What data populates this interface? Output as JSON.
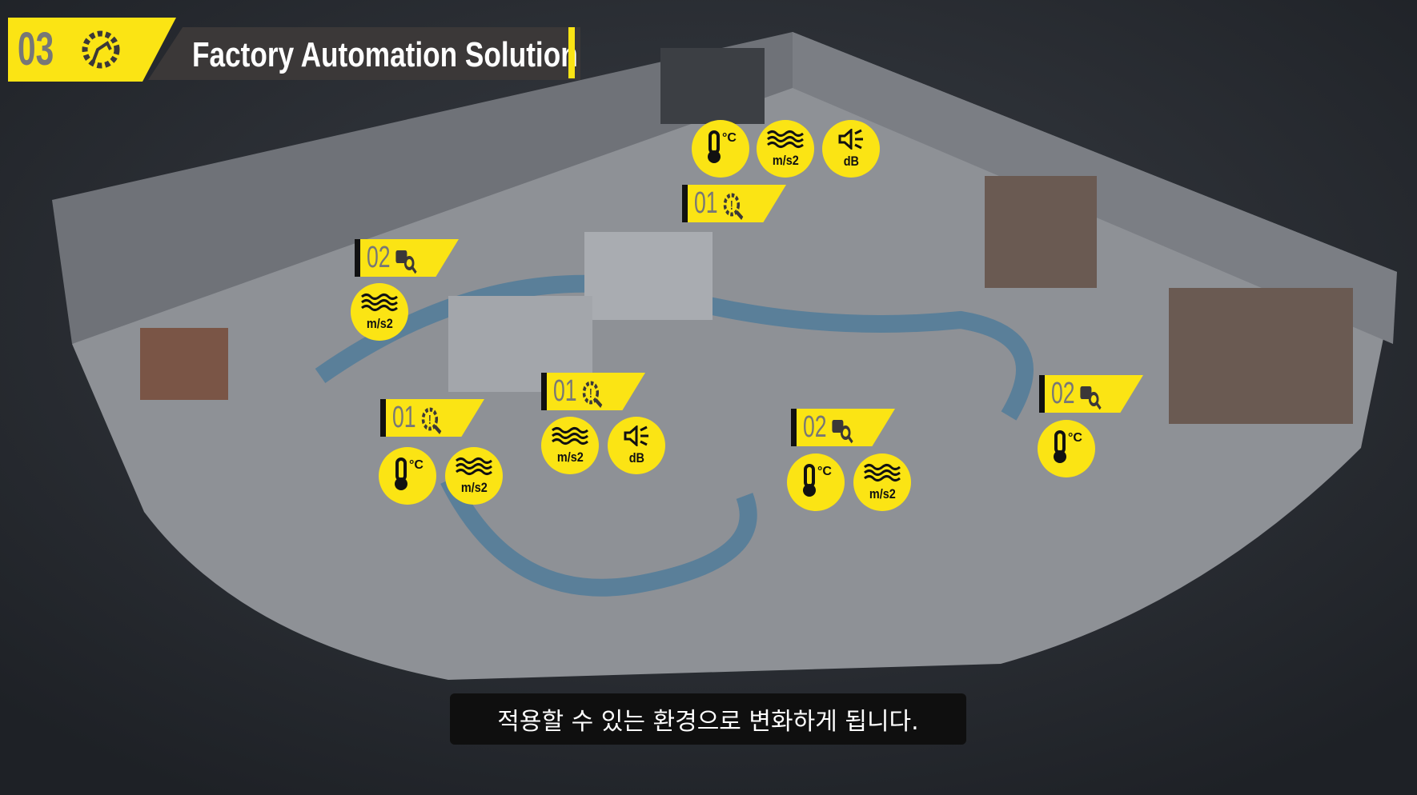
{
  "header": {
    "number": "03",
    "title": "Factory Automation Solution"
  },
  "markers": [
    {
      "tag": "01",
      "type": "inspect",
      "sensors": [
        "temperature",
        "vibration",
        "sound"
      ]
    },
    {
      "tag": "02",
      "type": "camera",
      "sensors": [
        "vibration"
      ]
    },
    {
      "tag": "01",
      "type": "inspect",
      "sensors": [
        "temperature",
        "vibration"
      ]
    },
    {
      "tag": "01",
      "type": "inspect",
      "sensors": [
        "vibration",
        "sound"
      ]
    },
    {
      "tag": "02",
      "type": "camera",
      "sensors": [
        "temperature",
        "vibration"
      ]
    },
    {
      "tag": "02",
      "type": "camera",
      "sensors": [
        "temperature"
      ]
    }
  ],
  "units": {
    "temperature": "°C",
    "vibration": "m/s2",
    "sound": "dB"
  },
  "subtitle": "적용할 수 있는 환경으로 변화하게 됩니다.",
  "colors": {
    "accent": "#fbe414",
    "background": "#2a2d33",
    "floor": "#8e9196"
  }
}
